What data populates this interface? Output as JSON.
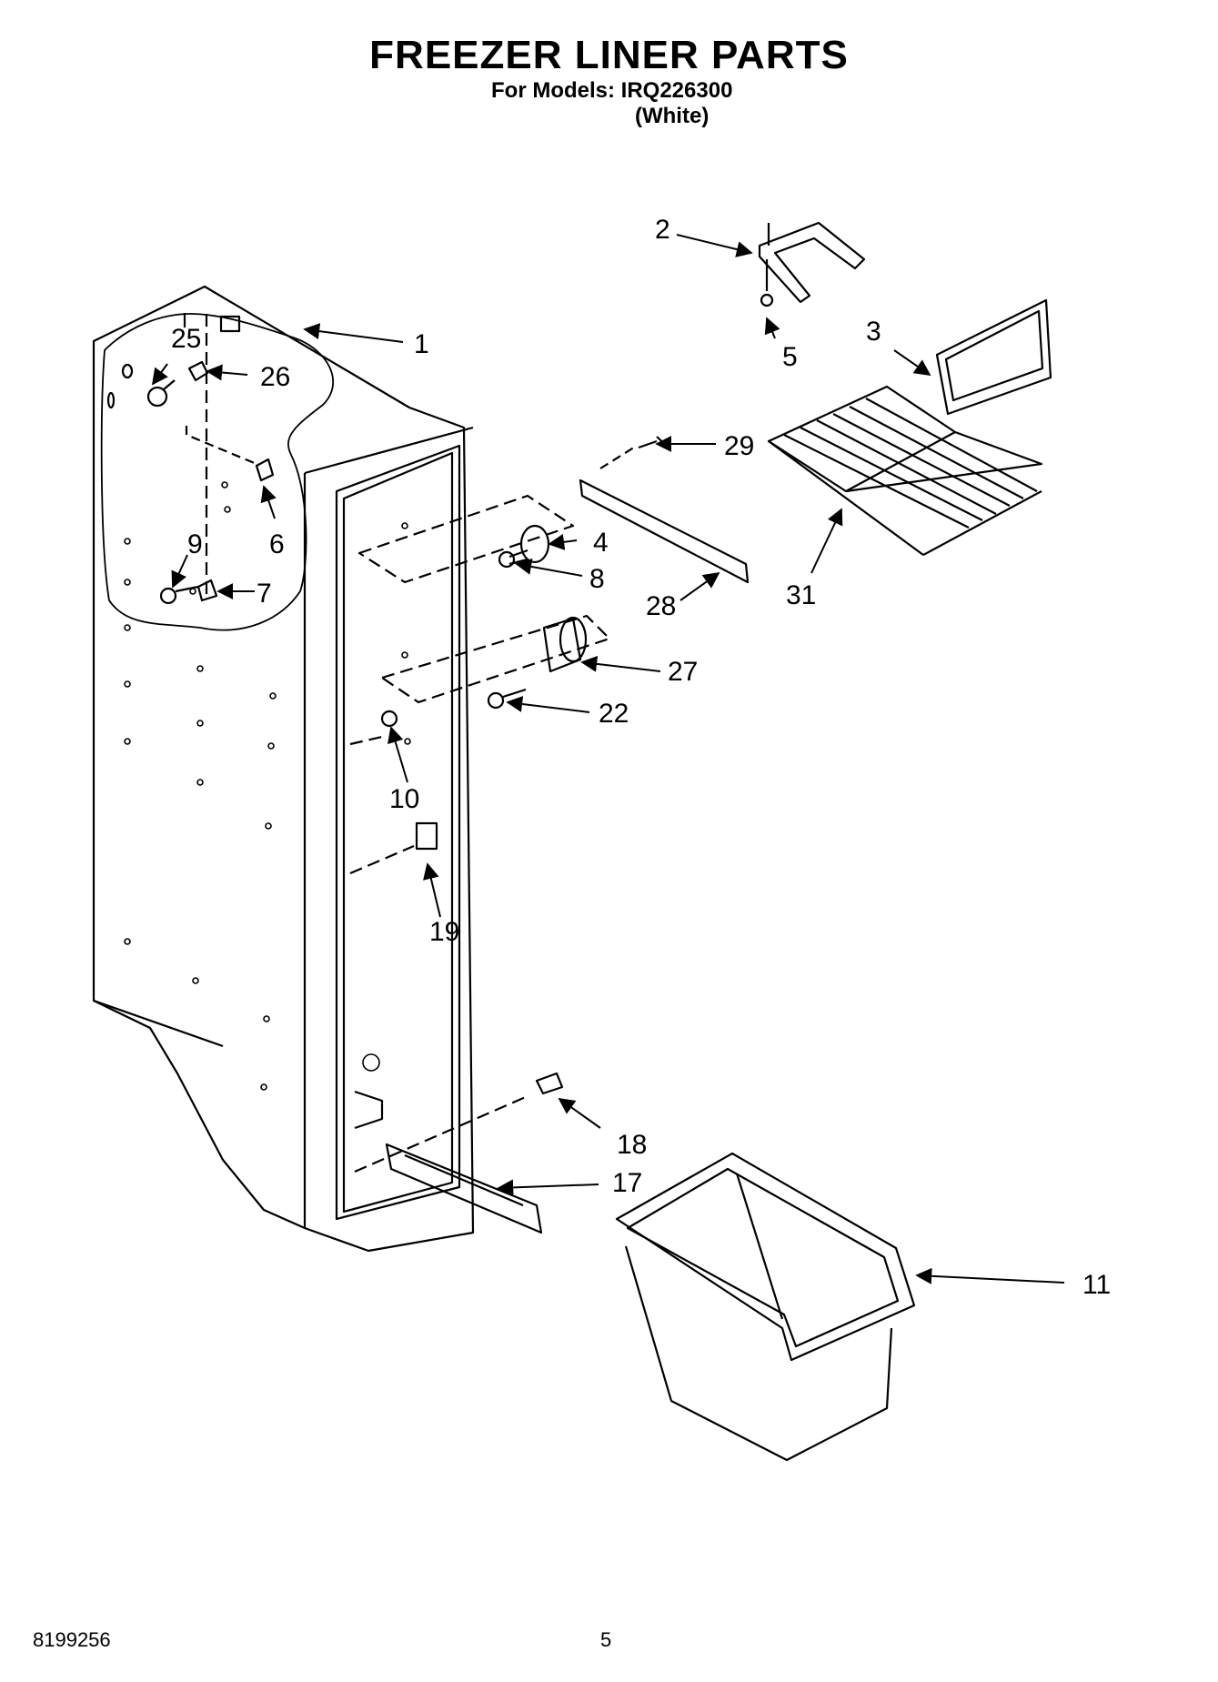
{
  "header": {
    "title": "FREEZER LINER PARTS",
    "models_line": "For Models: IRQ226300",
    "color_line": "(White)"
  },
  "callouts": [
    {
      "id": "c1",
      "label": "1"
    },
    {
      "id": "c2",
      "label": "2"
    },
    {
      "id": "c3",
      "label": "3"
    },
    {
      "id": "c4",
      "label": "4"
    },
    {
      "id": "c5",
      "label": "5"
    },
    {
      "id": "c6",
      "label": "6"
    },
    {
      "id": "c7",
      "label": "7"
    },
    {
      "id": "c8",
      "label": "8"
    },
    {
      "id": "c9",
      "label": "9"
    },
    {
      "id": "c10",
      "label": "10"
    },
    {
      "id": "c11",
      "label": "11"
    },
    {
      "id": "c17",
      "label": "17"
    },
    {
      "id": "c18",
      "label": "18"
    },
    {
      "id": "c19",
      "label": "19"
    },
    {
      "id": "c22",
      "label": "22"
    },
    {
      "id": "c25",
      "label": "25"
    },
    {
      "id": "c26",
      "label": "26"
    },
    {
      "id": "c27",
      "label": "27"
    },
    {
      "id": "c28",
      "label": "28"
    },
    {
      "id": "c29",
      "label": "29"
    },
    {
      "id": "c31",
      "label": "31"
    }
  ],
  "footer": {
    "doc_number": "8199256",
    "page_number": "5"
  }
}
